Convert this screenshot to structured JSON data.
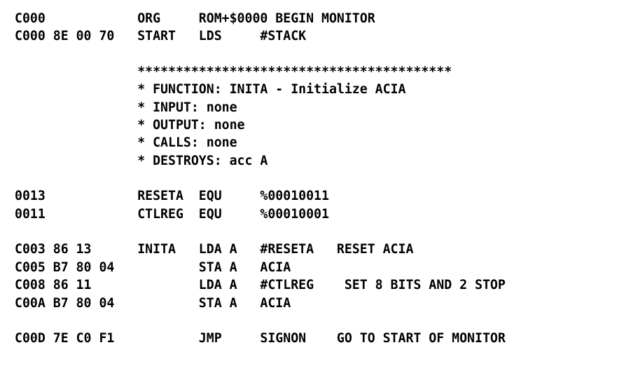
{
  "document": {
    "kind": "assembly-listing",
    "background_color": "#ffffff",
    "text_color": "#000000",
    "columns": {
      "address_col": 0,
      "label_col": 16,
      "mnemonic_col": 25,
      "operand_col": 33,
      "comment_col": 43
    }
  },
  "lines": [
    {
      "id": "line-org",
      "address": "C000",
      "object_code": "",
      "label": "",
      "mnemonic": "ORG",
      "operand": "ROM+$0000",
      "comment": "BEGIN MONITOR",
      "text": "C000            ORG     ROM+$0000 BEGIN MONITOR"
    },
    {
      "id": "line-start",
      "address": "C000",
      "object_code": "8E 00 70",
      "label": "START",
      "mnemonic": "LDS",
      "operand": "#STACK",
      "comment": "",
      "text": "C000 8E 00 70   START   LDS     #STACK"
    },
    {
      "id": "line-blank-1",
      "text": ""
    },
    {
      "id": "line-banner",
      "text": "                *****************************************"
    },
    {
      "id": "line-function",
      "text": "                * FUNCTION: INITA - Initialize ACIA"
    },
    {
      "id": "line-input",
      "text": "                * INPUT: none"
    },
    {
      "id": "line-output",
      "text": "                * OUTPUT: none"
    },
    {
      "id": "line-calls",
      "text": "                * CALLS: none"
    },
    {
      "id": "line-destroys",
      "text": "                * DESTROYS: acc A"
    },
    {
      "id": "line-blank-2",
      "text": ""
    },
    {
      "id": "line-reseta",
      "address": "0013",
      "object_code": "",
      "label": "RESETA",
      "mnemonic": "EQU",
      "operand": "%00010011",
      "comment": "",
      "text": "0013            RESETA  EQU     %00010011"
    },
    {
      "id": "line-ctlreg",
      "address": "0011",
      "object_code": "",
      "label": "CTLREG",
      "mnemonic": "EQU",
      "operand": "%00010001",
      "comment": "",
      "text": "0011            CTLREG  EQU     %00010001"
    },
    {
      "id": "line-blank-3",
      "text": ""
    },
    {
      "id": "line-inita",
      "address": "C003",
      "object_code": "86 13",
      "label": "INITA",
      "mnemonic": "LDA A",
      "operand": "#RESETA",
      "comment": "RESET ACIA",
      "text": "C003 86 13      INITA   LDA A   #RESETA   RESET ACIA"
    },
    {
      "id": "line-sta-1",
      "address": "C005",
      "object_code": "B7 80 04",
      "label": "",
      "mnemonic": "STA A",
      "operand": "ACIA",
      "comment": "",
      "text": "C005 B7 80 04           STA A   ACIA"
    },
    {
      "id": "line-lda-2",
      "address": "C008",
      "object_code": "86 11",
      "label": "",
      "mnemonic": "LDA A",
      "operand": "#CTLREG",
      "comment": "SET 8 BITS AND 2 STOP",
      "text": "C008 86 11              LDA A   #CTLREG    SET 8 BITS AND 2 STOP"
    },
    {
      "id": "line-sta-2",
      "address": "C00A",
      "object_code": "B7 80 04",
      "label": "",
      "mnemonic": "STA A",
      "operand": "ACIA",
      "comment": "",
      "text": "C00A B7 80 04           STA A   ACIA"
    },
    {
      "id": "line-blank-4",
      "text": ""
    },
    {
      "id": "line-jmp",
      "address": "C00D",
      "object_code": "7E C0 F1",
      "label": "",
      "mnemonic": "JMP",
      "operand": "SIGNON",
      "comment": "GO TO START OF MONITOR",
      "text": "C00D 7E C0 F1           JMP     SIGNON    GO TO START OF MONITOR"
    }
  ]
}
